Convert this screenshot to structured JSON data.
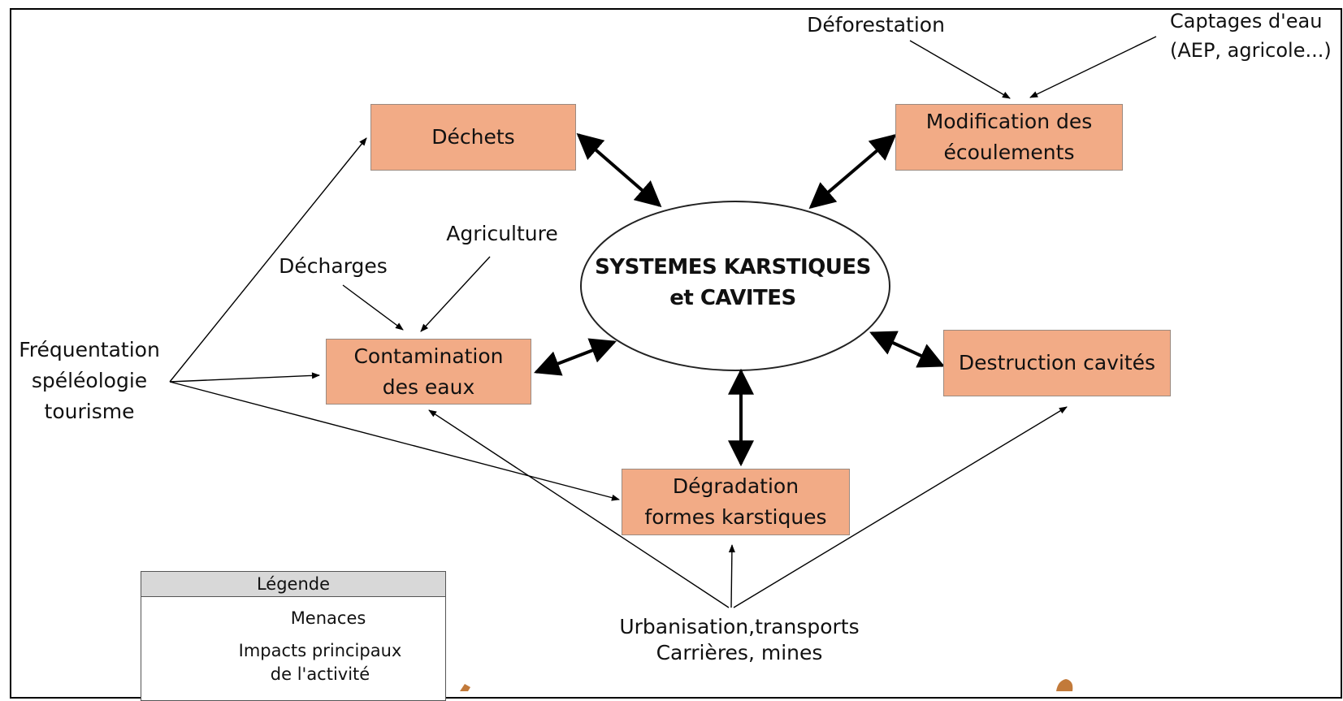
{
  "center": {
    "title": "SYSTEMES KARSTIQUES\net CAVITES"
  },
  "threats": {
    "dechets": "Déchets",
    "modification": "Modification des\nécoulements",
    "contamination": "Contamination\ndes eaux",
    "destruction": "Destruction cavités",
    "degradation": "Dégradation\nformes karstiques"
  },
  "activities": {
    "deforestation": "Déforestation",
    "captages": "Captages d'eau\n(AEP, agricole...)",
    "agriculture": "Agriculture",
    "decharges": "Décharges",
    "frequentation": "Fréquentation\nspéléologie\ntourisme",
    "urbanisation": "Urbanisation,transports\nCarrières, mines"
  },
  "legend": {
    "title": "Légende",
    "menaces": "Menaces",
    "impacts": "Impacts principaux\nde l'activité"
  },
  "colors": {
    "box_fill": "#f2ab86",
    "box_border": "#9b8a80"
  }
}
